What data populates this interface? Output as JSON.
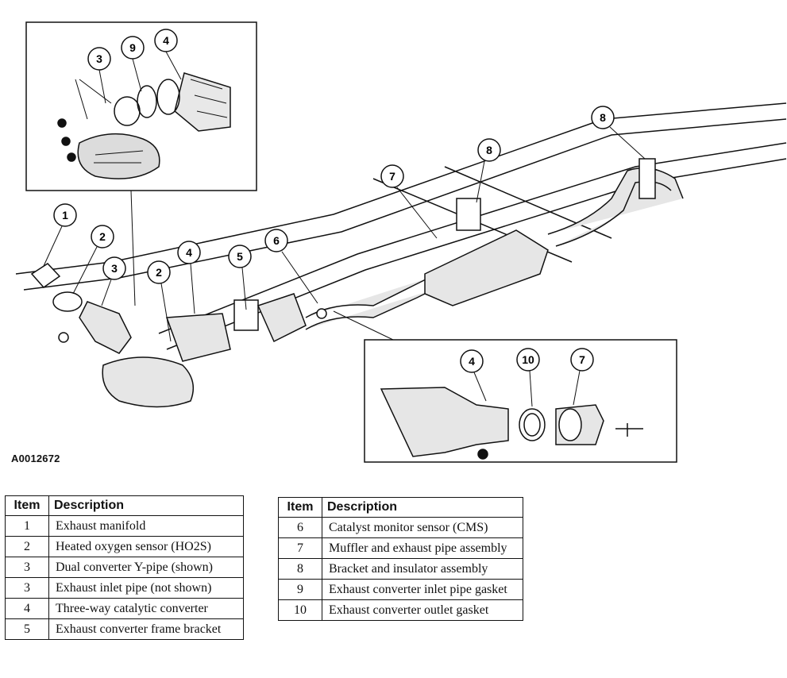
{
  "figure_id": "A0012672",
  "callouts": {
    "inset_top": [
      "3",
      "9",
      "4"
    ],
    "main_left": [
      "1",
      "2",
      "3"
    ],
    "main_center": [
      "2",
      "4",
      "5",
      "6"
    ],
    "main_rear": [
      "7",
      "8",
      "8"
    ],
    "inset_bottom": [
      "4",
      "10",
      "7"
    ]
  },
  "legend_left": {
    "header": {
      "item": "Item",
      "description": "Description"
    },
    "rows": [
      {
        "item": "1",
        "description": "Exhaust manifold"
      },
      {
        "item": "2",
        "description": "Heated oxygen sensor (HO2S)"
      },
      {
        "item": "3",
        "description": "Dual converter Y-pipe (shown)"
      },
      {
        "item": "3",
        "description": "Exhaust inlet pipe (not shown)"
      },
      {
        "item": "4",
        "description": "Three-way catalytic converter"
      },
      {
        "item": "5",
        "description": "Exhaust converter frame bracket"
      }
    ]
  },
  "legend_right": {
    "header": {
      "item": "Item",
      "description": "Description"
    },
    "rows": [
      {
        "item": "6",
        "description": "Catalyst monitor sensor (CMS)"
      },
      {
        "item": "7",
        "description": "Muffler and exhaust pipe assembly"
      },
      {
        "item": "8",
        "description": "Bracket and insulator assembly"
      },
      {
        "item": "9",
        "description": "Exhaust converter inlet pipe gasket"
      },
      {
        "item": "10",
        "description": "Exhaust converter outlet gasket"
      }
    ]
  }
}
